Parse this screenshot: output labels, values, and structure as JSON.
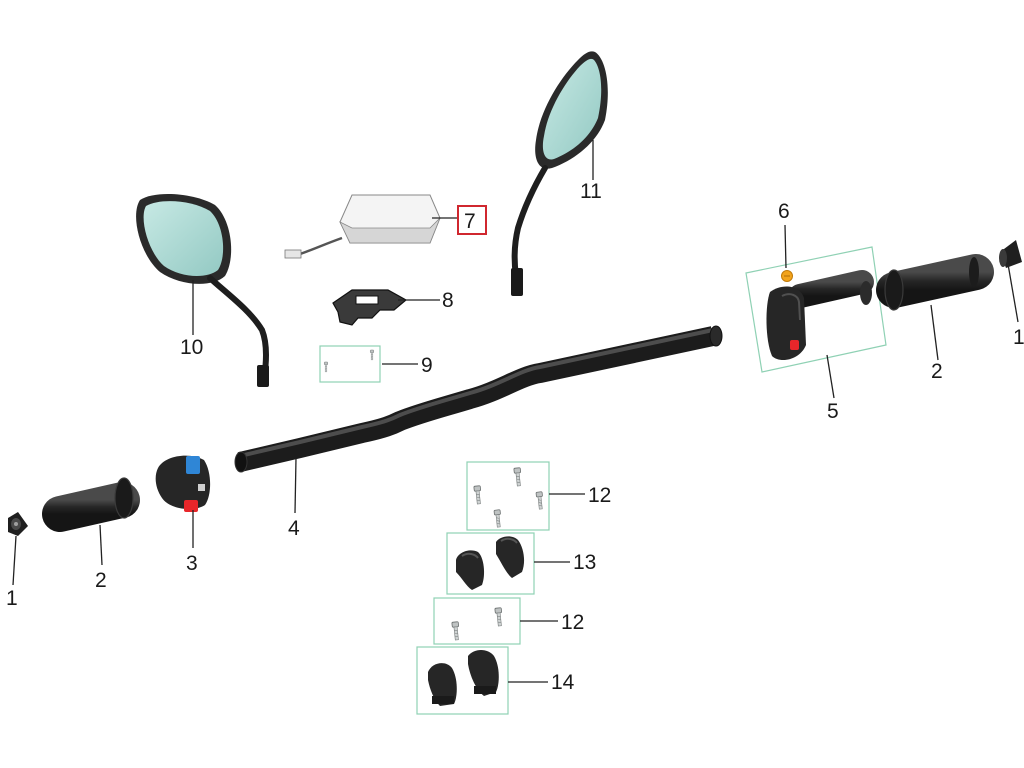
{
  "labels": {
    "grip_end_cap_left": "1",
    "grip_end_cap_right": "1",
    "grip_left": "2",
    "grip_right": "2",
    "switch_left": "3",
    "handlebar": "4",
    "throttle_assembly": "5",
    "throttle_screw": "6",
    "module": "7",
    "module_bracket": "8",
    "bracket_screws": "9",
    "mirror_left": "10",
    "mirror_right": "11",
    "clamp_bolts_upper": "12",
    "clamp_bolts_lower": "12",
    "clamp_upper": "13",
    "clamp_lower": "14"
  },
  "colors": {
    "part_dark": "#2b2b2b",
    "part_mid": "#3c3c3c",
    "mirror_glass": "#a9d6d1",
    "group_box": "#8fd1b4",
    "highlight_box": "#d0272f",
    "switch_blue": "#2f86d6",
    "switch_red": "#e8262a",
    "screw_orange": "#f2a31b"
  },
  "highlighted_label": "7"
}
